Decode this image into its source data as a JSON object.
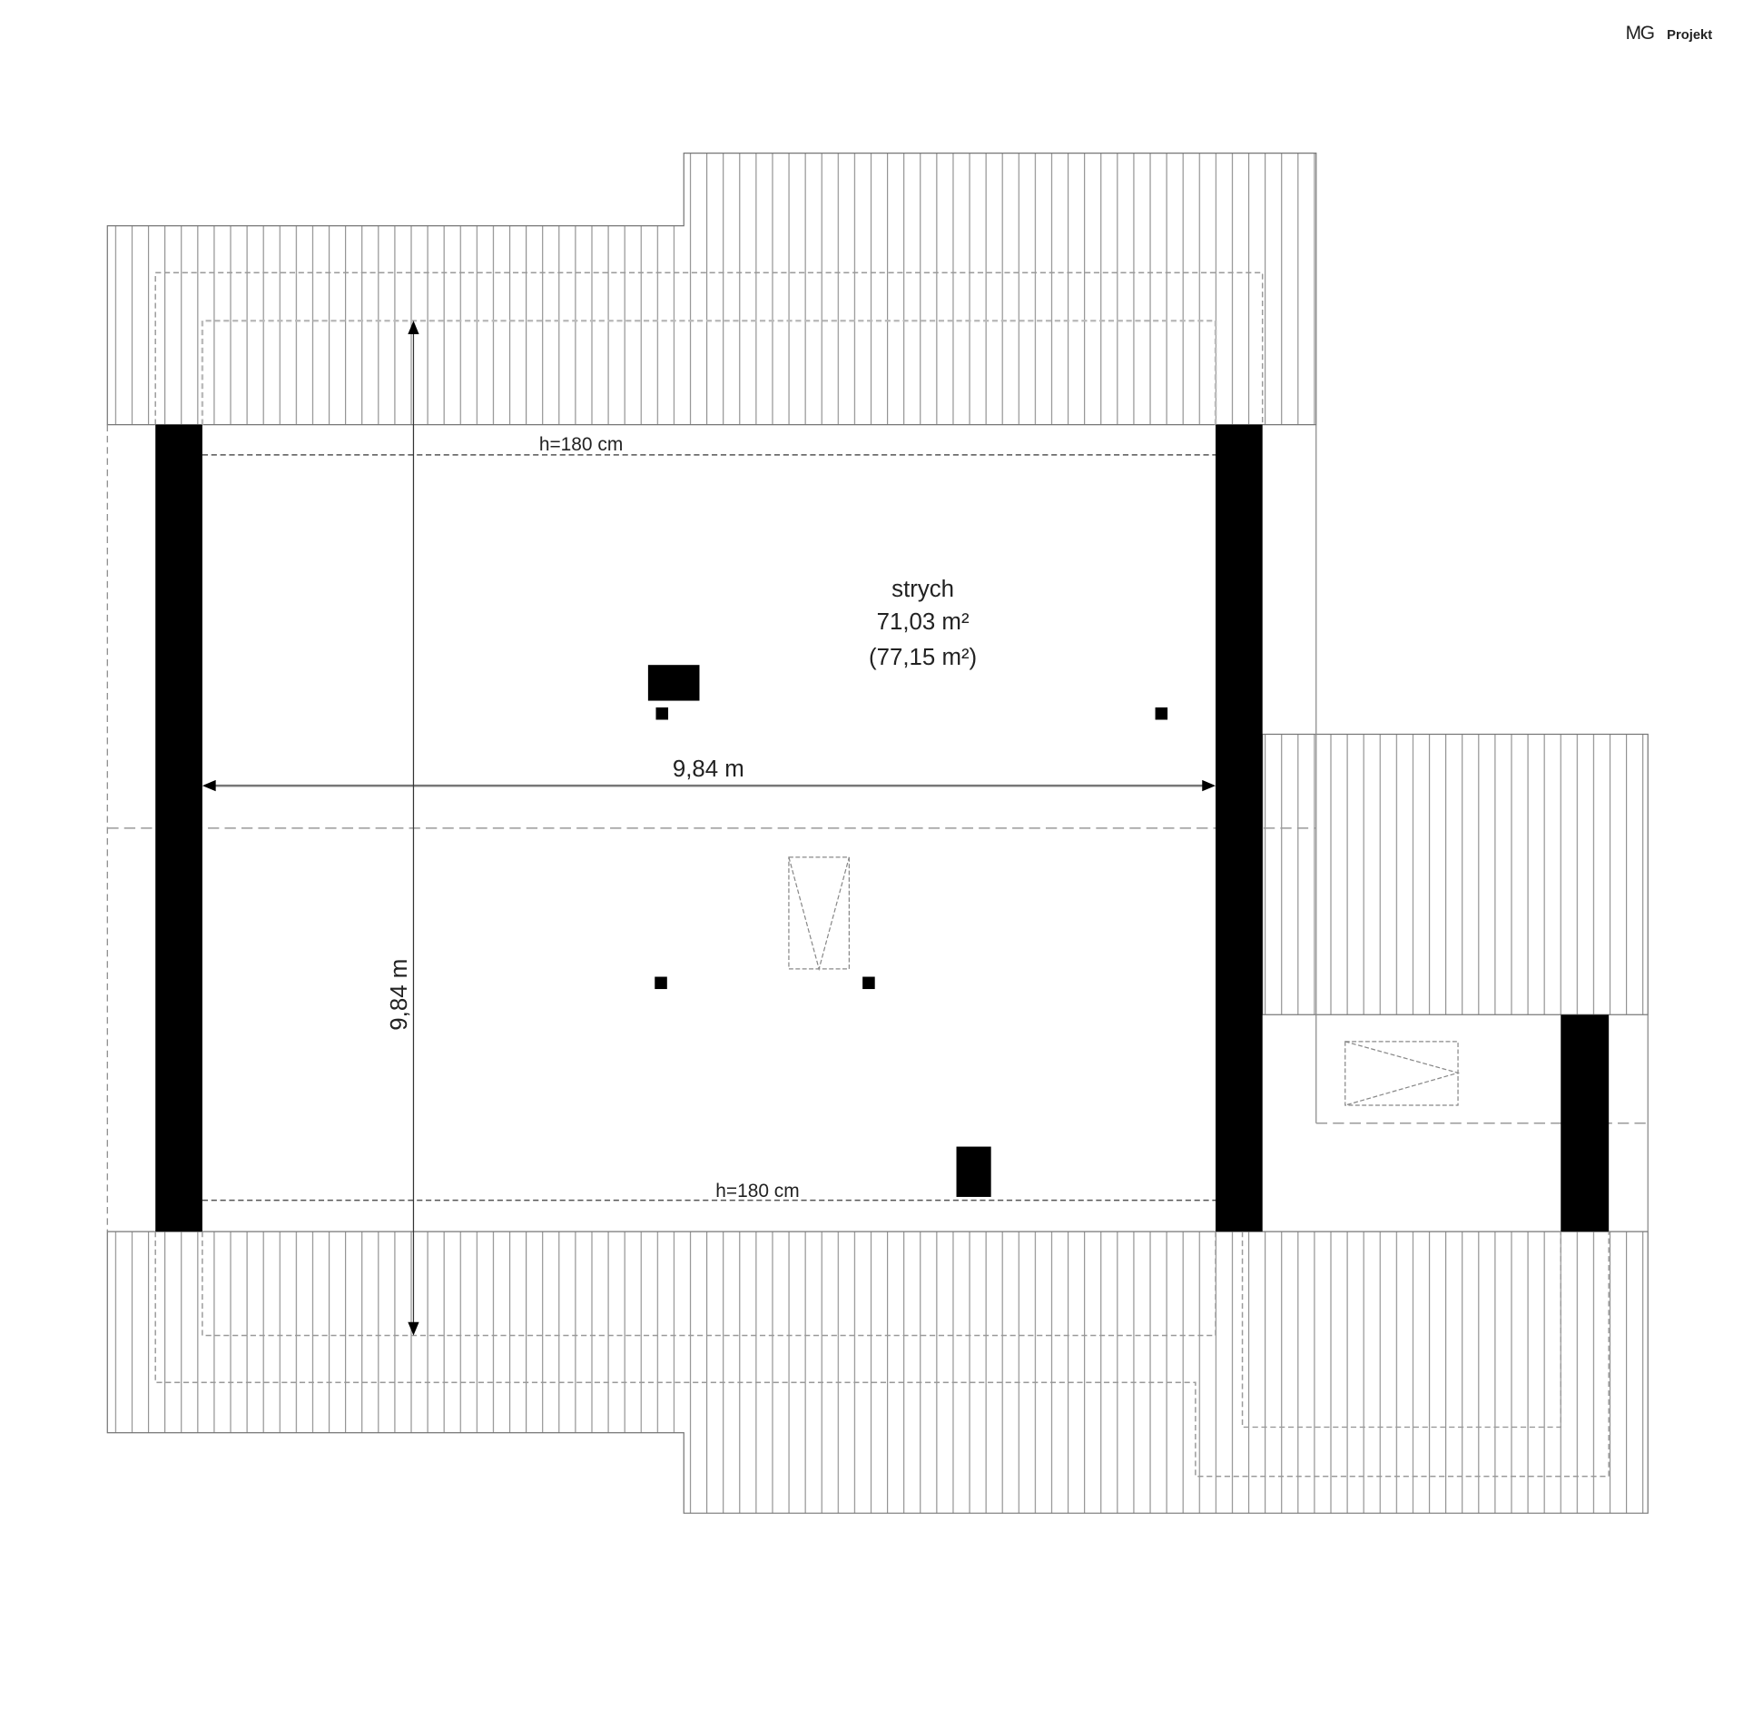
{
  "logo": {
    "brand": "MG",
    "suffix": "Projekt"
  },
  "room": {
    "name": "strych",
    "area": "71,03 m²",
    "area_total": "(77,15 m²)"
  },
  "labels": {
    "height_top": "h=180 cm",
    "height_bottom": "h=180 cm",
    "dim_horizontal": "9,84 m",
    "dim_vertical": "9,84 m"
  },
  "colors": {
    "wall": "#000000",
    "hatch": "#8a8a8a",
    "dashed": "#9a9a9a"
  }
}
